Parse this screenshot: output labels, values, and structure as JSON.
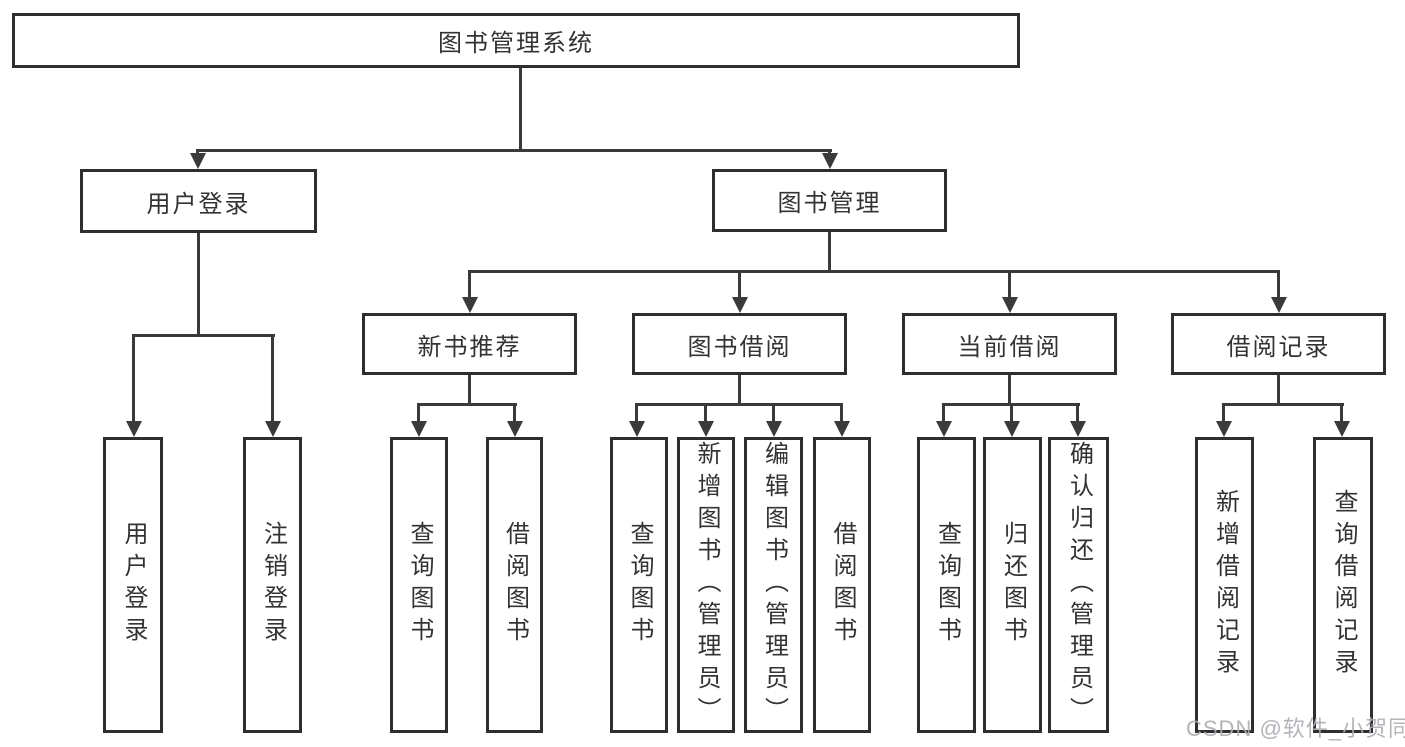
{
  "title": "图书管理系统",
  "nodes": {
    "root": "图书管理系统",
    "l2": [
      "用户登录",
      "图书管理"
    ],
    "l3": [
      "新书推荐",
      "图书借阅",
      "当前借阅",
      "借阅记录"
    ],
    "leaves": [
      "用户登录",
      "注销登录",
      "查询图书",
      "借阅图书",
      "查询图书",
      "新增图书（管理员）",
      "编辑图书（管理员）",
      "借阅图书",
      "查询图书",
      "归还图书",
      "确认归还（管理员）",
      "新增借阅记录",
      "查询借阅记录"
    ]
  },
  "hierarchy": {
    "图书管理系统": [
      "用户登录",
      "图书管理"
    ],
    "用户登录": [
      "用户登录",
      "注销登录"
    ],
    "图书管理": [
      "新书推荐",
      "图书借阅",
      "当前借阅",
      "借阅记录"
    ],
    "新书推荐": [
      "查询图书",
      "借阅图书"
    ],
    "图书借阅": [
      "查询图书",
      "新增图书（管理员）",
      "编辑图书（管理员）",
      "借阅图书"
    ],
    "当前借阅": [
      "查询图书",
      "归还图书",
      "确认归还（管理员）"
    ],
    "借阅记录": [
      "新增借阅记录",
      "查询借阅记录"
    ]
  },
  "watermark": "CSDN @软件_小贺同学",
  "colors": {
    "line": "#3a3a3a",
    "box_border": "#2e2e2e",
    "text": "#333333",
    "watermark": "#acacb2",
    "background": "#ffffff"
  }
}
